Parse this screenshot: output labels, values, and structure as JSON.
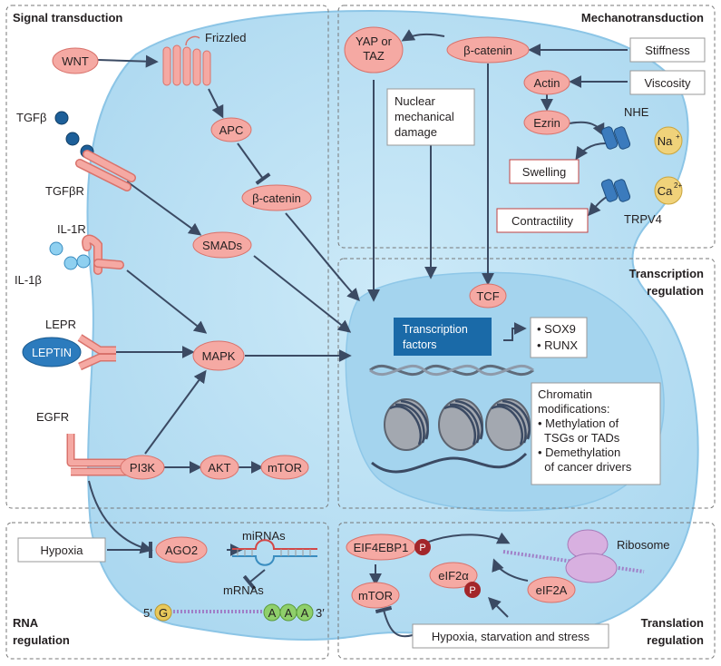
{
  "colors": {
    "cell": "#bfe3f5",
    "cell_edge": "#7fbfe2",
    "nucleus": "#a9d8f0",
    "node_fill": "#f5a9a3",
    "node_edge": "#d9726b",
    "arrow": "#3b4a63",
    "tf_box": "#1a6aa8",
    "leptin": "#2c7bbd",
    "phospho": "#a3262a",
    "calcium": "#f0d27a",
    "green_bead": "#8fcf6b",
    "yellow_bead": "#e8c85a",
    "mrna_strand": "#a07fc7"
  },
  "sections": {
    "signal": "Signal transduction",
    "mechano": "Mechanotransduction",
    "transcription": [
      "Transcription",
      "regulation"
    ],
    "rna": [
      "RNA",
      "regulation"
    ],
    "translation": [
      "Translation",
      "regulation"
    ]
  },
  "nodes": {
    "wnt": "WNT",
    "frizzled": "Frizzled",
    "apc": "APC",
    "bcatenin_signal": "β-catenin",
    "tgfb": "TGFβ",
    "tgfbr": "TGFβR",
    "smads": "SMADs",
    "il1r": "IL-1R",
    "il1b": "IL-1β",
    "lepr": "LEPR",
    "leptin": "LEPTIN",
    "mapk": "MAPK",
    "egfr": "EGFR",
    "pi3k": "PI3K",
    "akt": "AKT",
    "mtor_signal": "mTOR",
    "yap": [
      "YAP or",
      "TAZ"
    ],
    "bcatenin_mech": "β-catenin",
    "stiffness": "Stiffness",
    "viscosity": "Viscosity",
    "actin": "Actin",
    "ezrin": "Ezrin",
    "nhe": "NHE",
    "na": "Na",
    "na_sup": "+",
    "swelling": "Swelling",
    "ca": "Ca",
    "ca_sup": "2+",
    "contractility": "Contractility",
    "trpv4": "TRPV4",
    "nuclear_damage": [
      "Nuclear",
      "mechanical",
      "damage"
    ],
    "tcf": "TCF",
    "tf": [
      "Transcription",
      "factors"
    ],
    "targets": [
      "• SOX9",
      "• RUNX"
    ],
    "chromatin": [
      "Chromatin",
      "modifications:",
      "• Methylation of",
      "  TSGs or TADs",
      "• Demethylation",
      "  of cancer drivers"
    ],
    "hypoxia": "Hypoxia",
    "ago2": "AGO2",
    "mirnas": "miRNAs",
    "mrnas": "mRNAs",
    "five_prime": "5′",
    "g": "G",
    "a": "A",
    "three_prime": "3′",
    "eif4ebp1": "EIF4EBP1",
    "p": "P",
    "ribosome": "Ribosome",
    "eif2a_alpha": "eIF2α",
    "eif2a": "eIF2A",
    "mtor_trans": "mTOR",
    "stress": "Hypoxia, starvation and stress"
  }
}
